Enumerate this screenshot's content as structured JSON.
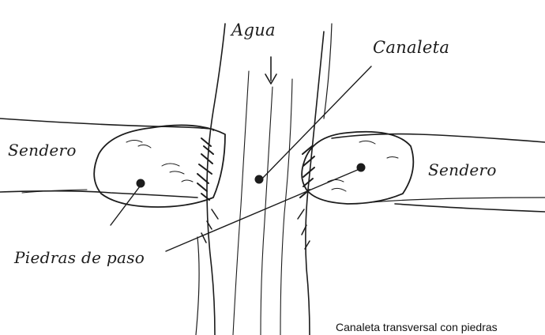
{
  "labels": {
    "water": "Agua",
    "channel": "Canaleta",
    "path_left": "Sendero",
    "path_right": "Sendero",
    "stones": "Piedras de paso"
  },
  "caption": "Canaleta transversal con piedras",
  "colors": {
    "ink": "#1c1c1c",
    "background": "#ffffff"
  }
}
